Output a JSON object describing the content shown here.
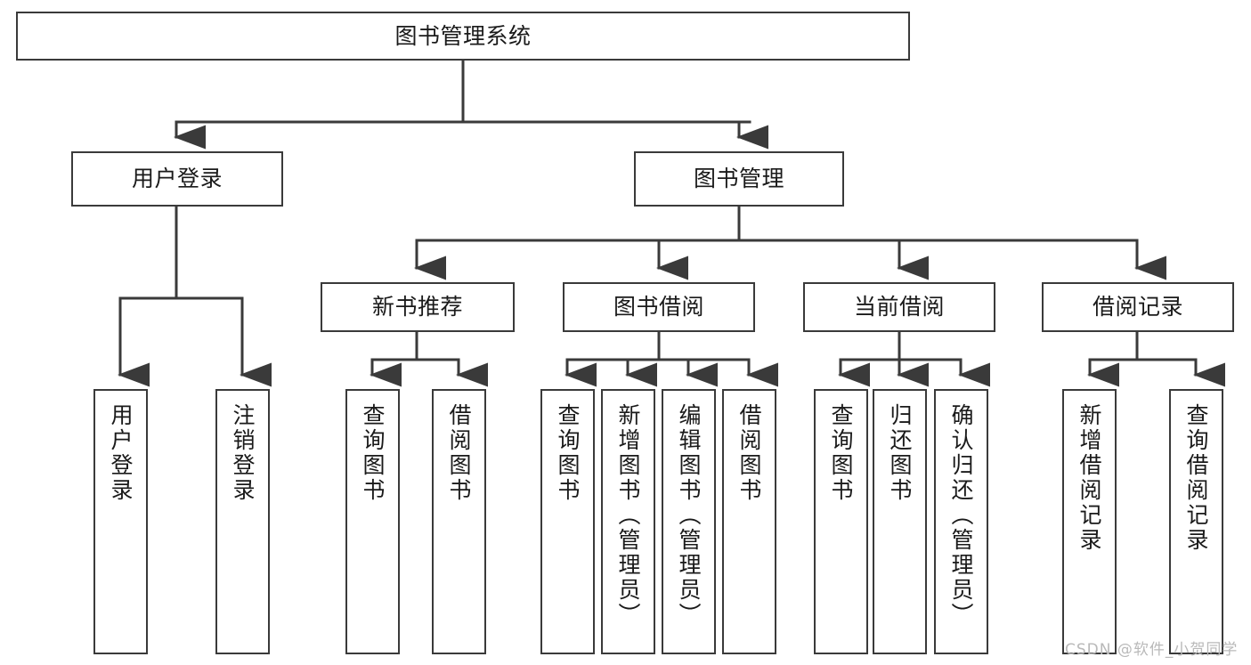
{
  "diagram": {
    "title": "图书管理系统",
    "watermark": "CSDN @软件_小贺同学",
    "line_color": "#3a3a3a",
    "box_fill": "#ffffff",
    "text_color": "#1a1a1a",
    "watermark_color": "#b9b9b9"
  },
  "nodes": {
    "root": {
      "label": "图书管理系统"
    },
    "level2": [
      {
        "label": "用户登录"
      },
      {
        "label": "图书管理"
      }
    ],
    "level3": [
      {
        "label": "新书推荐"
      },
      {
        "label": "图书借阅"
      },
      {
        "label": "当前借阅"
      },
      {
        "label": "借阅记录"
      }
    ],
    "leaves_user_login": [
      {
        "label": "用户登录"
      },
      {
        "label": "注销登录"
      }
    ],
    "leaves_new_book": [
      {
        "label": "查询图书"
      },
      {
        "label": "借阅图书"
      }
    ],
    "leaves_borrow": [
      {
        "label": "查询图书"
      },
      {
        "label": "新增图书（管理员）"
      },
      {
        "label": "编辑图书（管理员）"
      },
      {
        "label": "借阅图书"
      }
    ],
    "leaves_current": [
      {
        "label": "查询图书"
      },
      {
        "label": "归还图书"
      },
      {
        "label": "确认归还（管理员）"
      }
    ],
    "leaves_record": [
      {
        "label": "新增借阅记录"
      },
      {
        "label": "查询借阅记录"
      }
    ]
  }
}
